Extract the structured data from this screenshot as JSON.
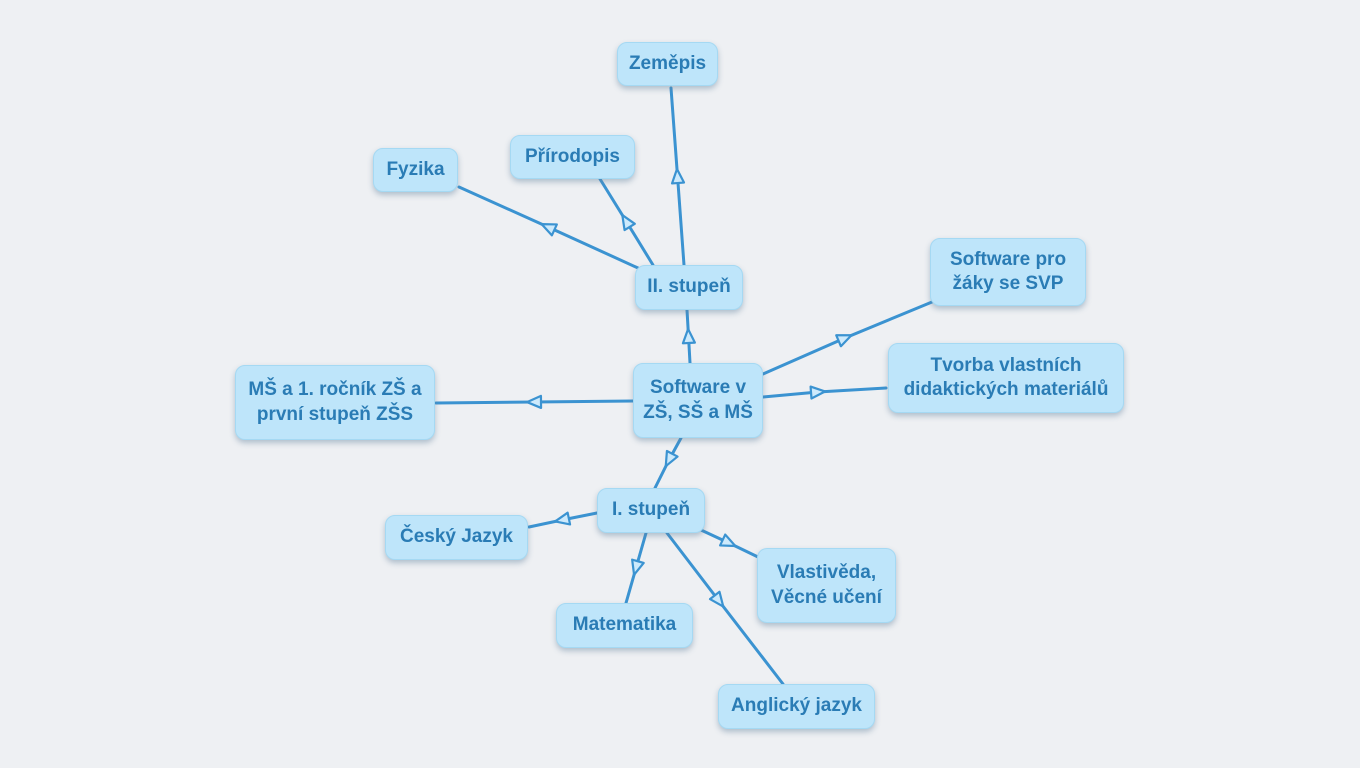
{
  "diagram": {
    "type": "mindmap",
    "colors": {
      "background": "#eef0f3",
      "node_fill": "#bee5fa",
      "node_border": "#a5d9f3",
      "node_text": "#2a7cb5",
      "edge_line": "#3b93d1",
      "arrowhead_fill": "#cdeafc"
    },
    "nodes": {
      "root": {
        "label": "Software v\nZŠ, SŠ a MŠ"
      },
      "ii_stupen": {
        "label": "II. stupeň"
      },
      "zemepis": {
        "label": "Zeměpis"
      },
      "prirodopis": {
        "label": "Přírodopis"
      },
      "fyzika": {
        "label": "Fyzika"
      },
      "svp": {
        "label": "Software pro\nžáky se SVP"
      },
      "tvorba": {
        "label": "Tvorba vlastních\ndidaktických materiálů"
      },
      "ms_zs": {
        "label": "MŠ a 1. ročník ZŠ a\nprvní stupeň ZŠS"
      },
      "i_stupen": {
        "label": "I. stupeň"
      },
      "cesky_jazyk": {
        "label": "Český Jazyk"
      },
      "matematika": {
        "label": "Matematika"
      },
      "vlastiveda": {
        "label": "Vlastivěda,\nVěcné učení"
      },
      "anglicky_jazyk": {
        "label": "Anglický jazyk"
      }
    },
    "edges": [
      {
        "from": "root",
        "to": "ii_stupen"
      },
      {
        "from": "ii_stupen",
        "to": "zemepis"
      },
      {
        "from": "ii_stupen",
        "to": "prirodopis"
      },
      {
        "from": "ii_stupen",
        "to": "fyzika"
      },
      {
        "from": "root",
        "to": "svp"
      },
      {
        "from": "root",
        "to": "tvorba"
      },
      {
        "from": "root",
        "to": "ms_zs"
      },
      {
        "from": "root",
        "to": "i_stupen"
      },
      {
        "from": "i_stupen",
        "to": "cesky_jazyk"
      },
      {
        "from": "i_stupen",
        "to": "matematika"
      },
      {
        "from": "i_stupen",
        "to": "anglicky_jazyk"
      },
      {
        "from": "i_stupen",
        "to": "vlastiveda"
      }
    ]
  }
}
